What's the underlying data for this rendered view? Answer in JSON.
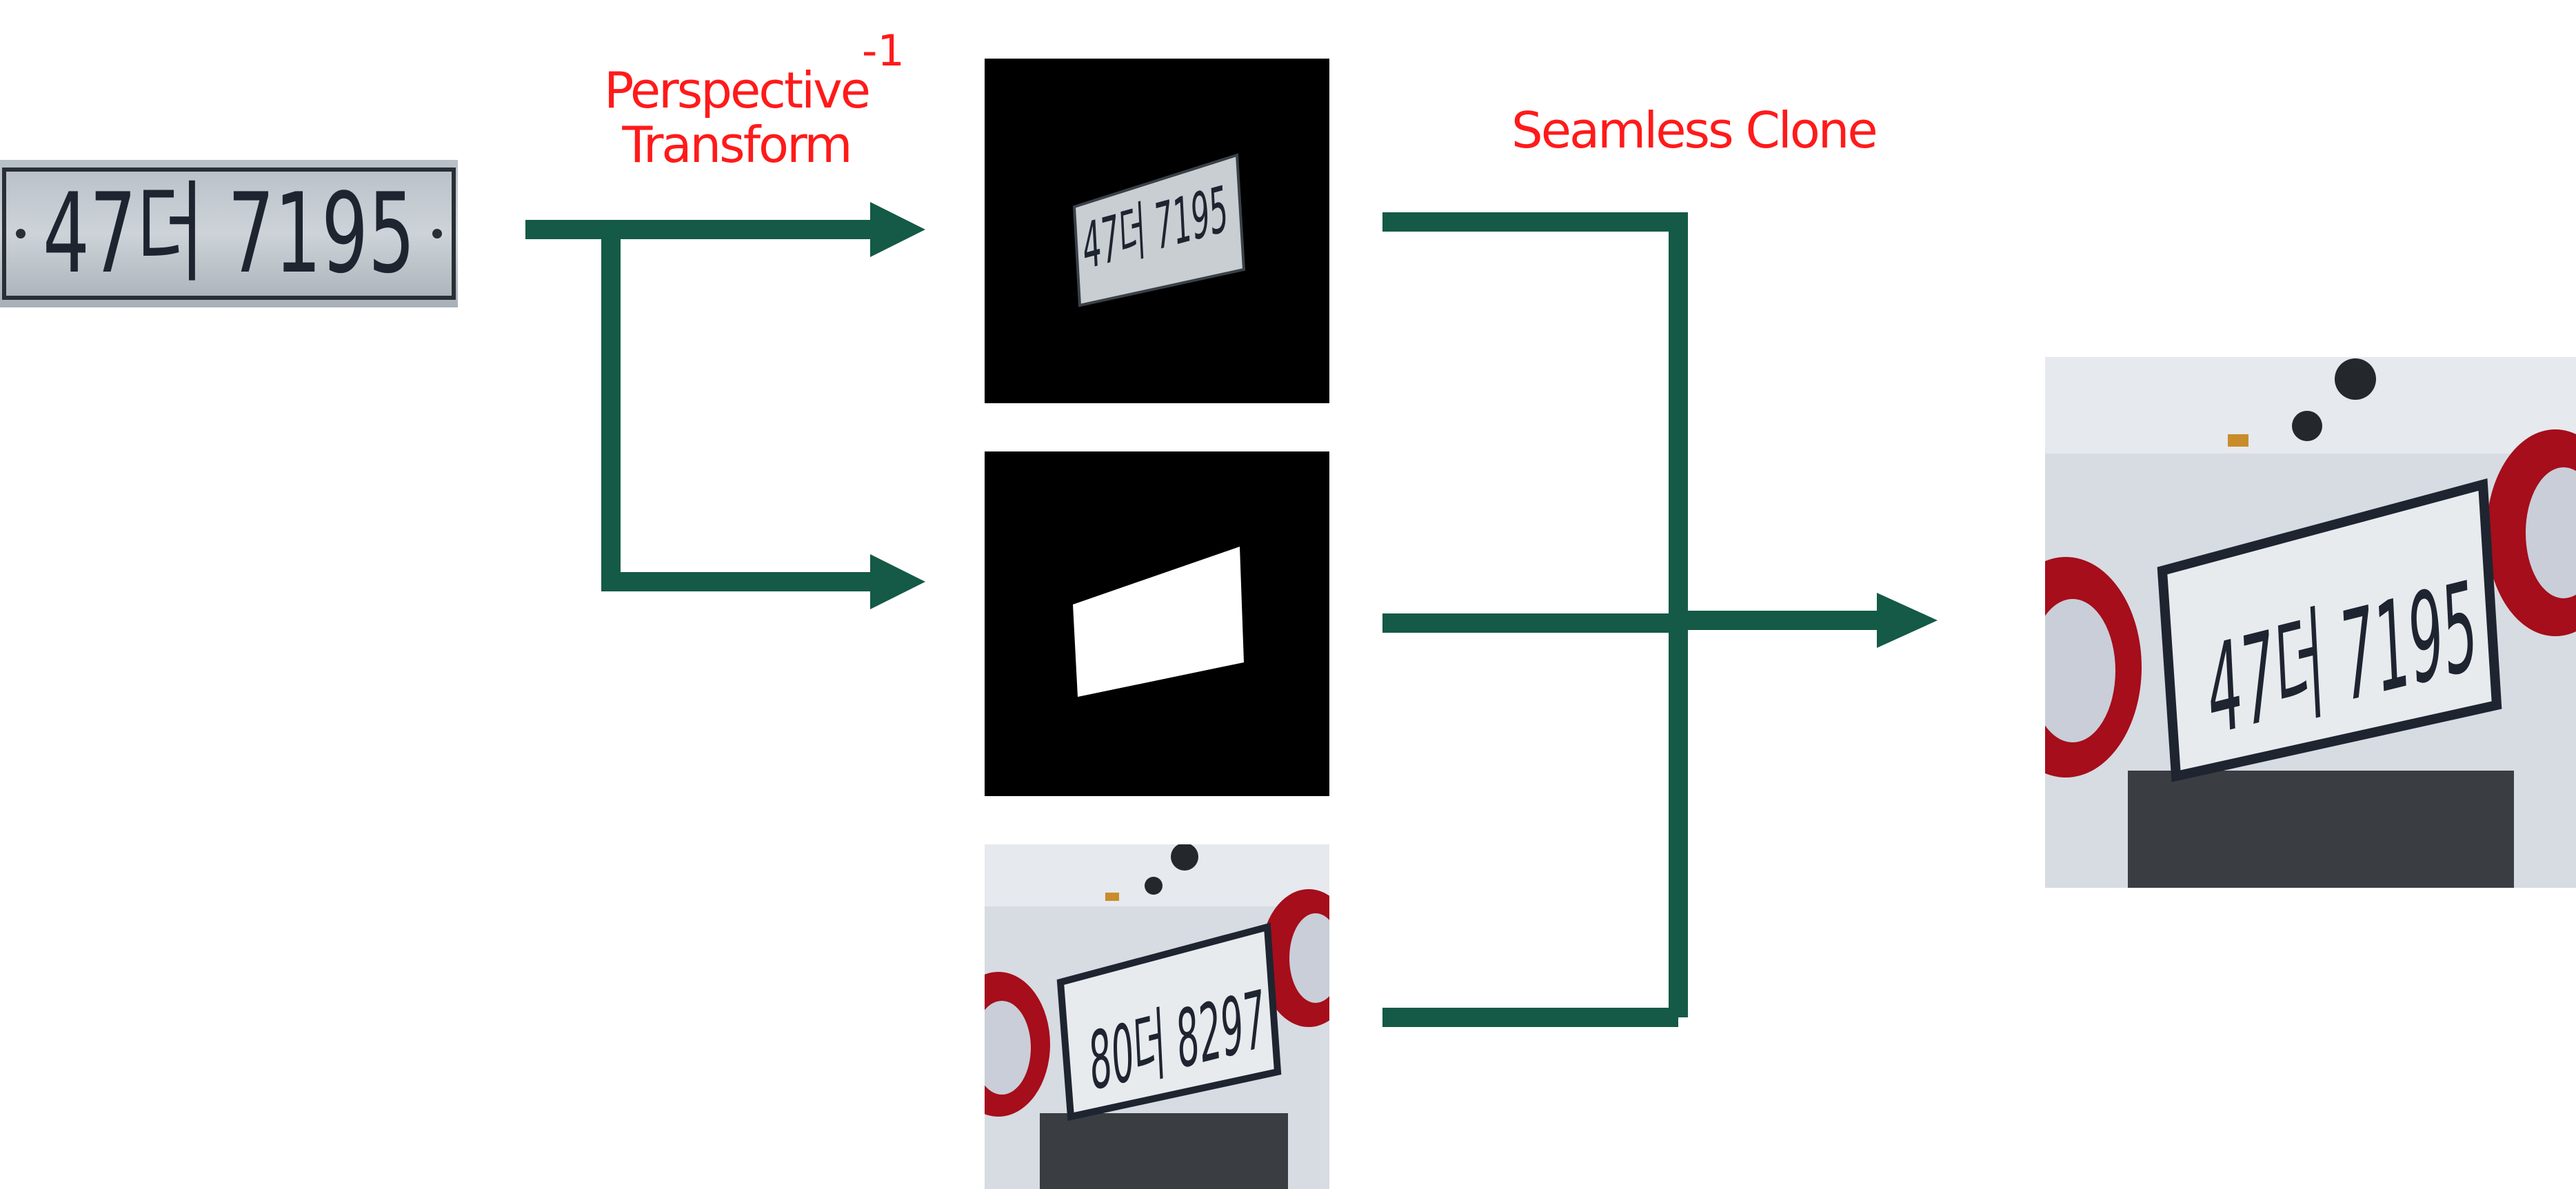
{
  "labels": {
    "perspective_line1": "Perspective",
    "perspective_line2": "Transform",
    "inverse_superscript": "-1",
    "seamless_clone": "Seamless Clone"
  },
  "images": {
    "source_plate": {
      "text": "47더 7195"
    },
    "warped_plate": {
      "text": "47더 7195"
    },
    "mask": {
      "description_icon": "white-parallelogram-mask"
    },
    "background_car_plate": {
      "text": "80더 8297"
    },
    "result_car_plate": {
      "text": "47더 7195"
    }
  },
  "colors": {
    "arrow": "#145a46",
    "label": "#ff1a1a",
    "plate": "#dfe3e6",
    "plate_border": "#1e2430",
    "car_body": "#d9dde4",
    "tail_light": "#b3101c",
    "bumper": "#3a3d42"
  }
}
